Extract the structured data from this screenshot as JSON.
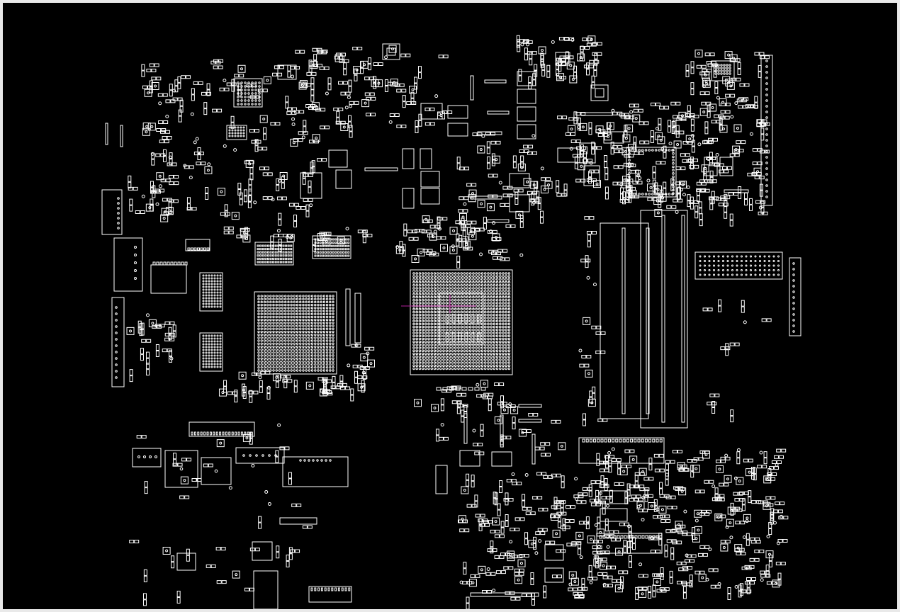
{
  "view": {
    "title": "",
    "background": "#000000",
    "frame_color": "#e9e9e9",
    "outline_color": "#ffffff",
    "cursor_color": "#b4219b"
  },
  "regions": [
    {
      "name": "left-connector-strip"
    },
    {
      "name": "top-left-cluster"
    },
    {
      "name": "top-center-cluster"
    },
    {
      "name": "top-right-cluster"
    },
    {
      "name": "gpu-bga"
    },
    {
      "name": "cpu-socket"
    },
    {
      "name": "dimm-slots"
    },
    {
      "name": "bottom-left-cluster"
    },
    {
      "name": "bottom-right-cluster"
    }
  ]
}
